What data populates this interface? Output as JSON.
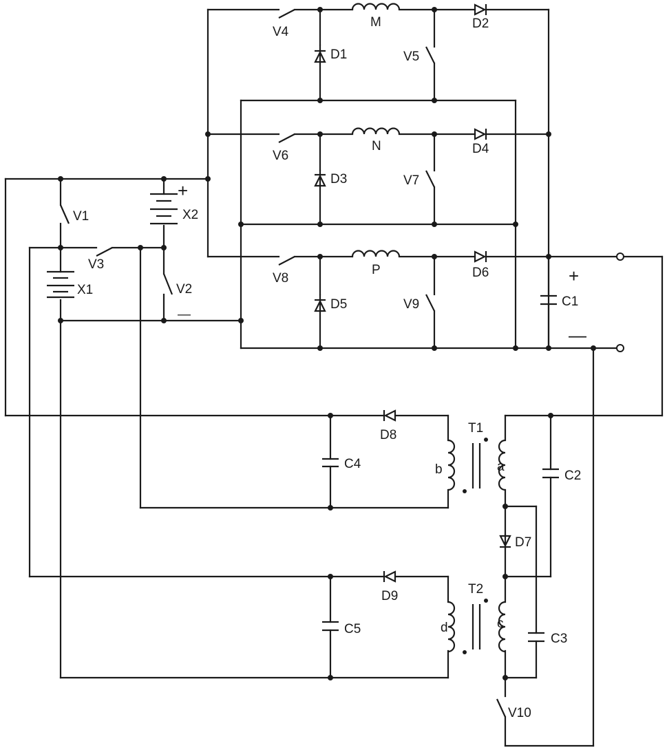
{
  "labels": {
    "V1": "V1",
    "V2": "V2",
    "V3": "V3",
    "V4": "V4",
    "V5": "V5",
    "V6": "V6",
    "V7": "V7",
    "V8": "V8",
    "V9": "V9",
    "V10": "V10",
    "X1": "X1",
    "X2": "X2",
    "D1": "D1",
    "D2": "D2",
    "D3": "D3",
    "D4": "D4",
    "D5": "D5",
    "D6": "D6",
    "D7": "D7",
    "D8": "D8",
    "D9": "D9",
    "C1": "C1",
    "C2": "C2",
    "C3": "C3",
    "C4": "C4",
    "C5": "C5",
    "M": "M",
    "N": "N",
    "P": "P",
    "T1": "T1",
    "T2": "T2",
    "a": "a",
    "b": "b",
    "c": "c",
    "d": "d"
  },
  "signs": {
    "x2_plus": "+",
    "x2_minus": "—",
    "out_plus": "+",
    "out_minus": "—"
  }
}
